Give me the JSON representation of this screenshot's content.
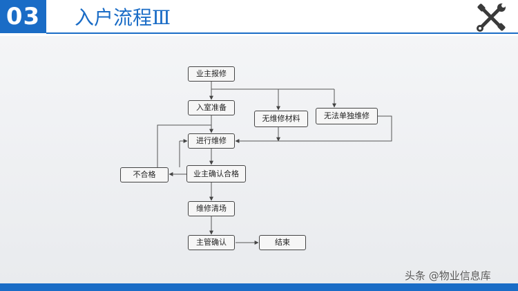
{
  "header": {
    "section_number": "03",
    "title": "入户流程Ⅲ",
    "accent_color": "#1a6cc6",
    "icon": "tools-icon"
  },
  "flowchart": {
    "nodes": [
      {
        "id": "owner_report",
        "label": "业主报修"
      },
      {
        "id": "enter_prepare",
        "label": "入室准备"
      },
      {
        "id": "no_material",
        "label": "无维修材料"
      },
      {
        "id": "cannot_alone",
        "label": "无法单独维修"
      },
      {
        "id": "do_repair",
        "label": "进行维修"
      },
      {
        "id": "unqualified",
        "label": "不合格"
      },
      {
        "id": "owner_confirm",
        "label": "业主确认合格"
      },
      {
        "id": "clean_site",
        "label": "维修清场"
      },
      {
        "id": "manager_confirm",
        "label": "主管确认"
      },
      {
        "id": "finish",
        "label": "结束"
      }
    ]
  },
  "watermark": "头条 @物业信息库"
}
